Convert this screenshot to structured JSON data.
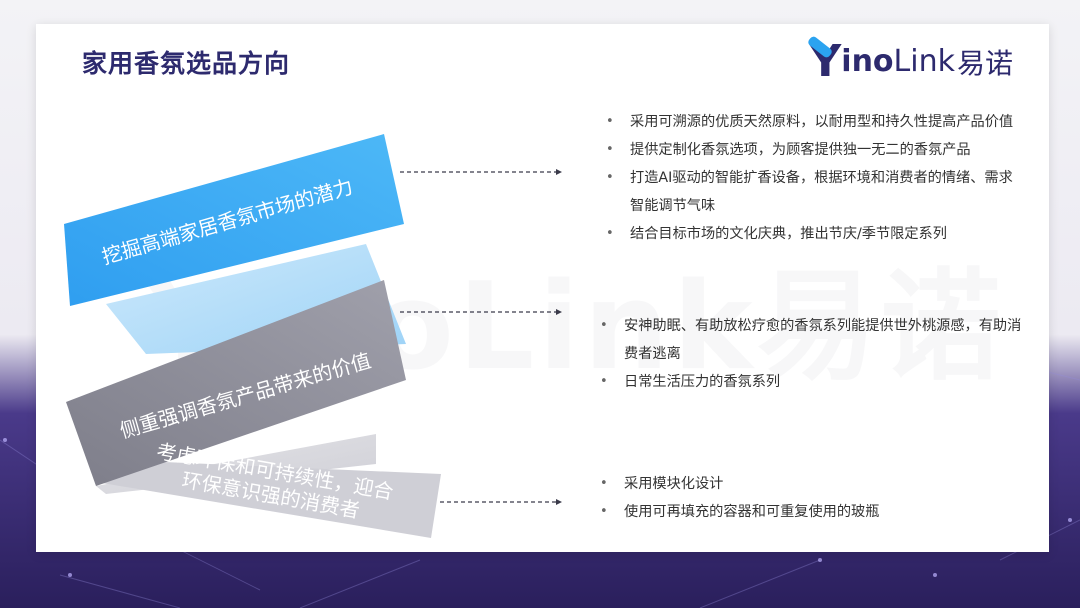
{
  "title": "家用香氛选品方向",
  "logo": {
    "brand_y": "Y",
    "brand_ino": "ino",
    "brand_link": "Link",
    "brand_cn": "易诺"
  },
  "watermark": "YinoLink易诺",
  "colors": {
    "title": "#2d2a6e",
    "band1": "#35a9f2",
    "band2": "#8d8d99",
    "band3": "#c8c8cf",
    "accent": "#2ba3f0"
  },
  "sections": [
    {
      "label": "挖掘高端家居香氛市场的潜力",
      "bullets": [
        "采用可溯源的优质天然原料，以耐用型和持久性提高产品价值",
        "提供定制化香氛选项，为顾客提供独一无二的香氛产品",
        "打造AI驱动的智能扩香设备，根据环境和消费者的情绪、需求智能调节气味",
        "结合目标市场的文化庆典，推出节庆/季节限定系列"
      ]
    },
    {
      "label": "侧重强调香氛产品带来的价值",
      "bullets": [
        "安神助眠、有助放松疗愈的香氛系列能提供世外桃源感，有助消费者逃离",
        "日常生活压力的香氛系列"
      ]
    },
    {
      "label": "考虑环保和可持续性，迎合环保意识强的消费者",
      "bullets": [
        "采用模块化设计",
        "使用可再填充的容器和可重复使用的玻瓶"
      ]
    }
  ]
}
